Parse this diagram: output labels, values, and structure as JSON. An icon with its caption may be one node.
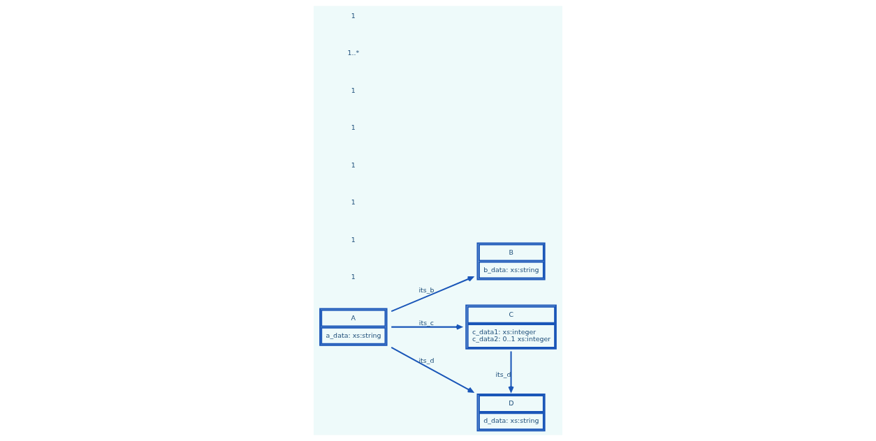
{
  "diagram": {
    "nodes": [
      {
        "text": [
          "A",
          "a_data: xs:string"
        ]
      },
      {
        "text": [
          "B",
          "b_data: xs:string"
        ]
      },
      {
        "text": [
          "C",
          "c_data1: xs:integer",
          "c_data2: 0..1 xs:integer"
        ]
      },
      {
        "text": [
          "D",
          "d_data: xs:string"
        ]
      }
    ],
    "edges": [
      {
        "from": 0,
        "to": 1,
        "arrow": "to",
        "label": "its_b"
      },
      {
        "from": 0,
        "to": 2,
        "arrow": "to",
        "label": "its_c"
      },
      {
        "from": 0,
        "to": 3,
        "arrow": "to",
        "label": "its_d"
      },
      {
        "from": 2,
        "to": 3,
        "arrow": "to",
        "label": "its_d"
      }
    ],
    "labels": [
      "1",
      "1",
      "1",
      "1",
      "1",
      "1",
      "1..*",
      "1"
    ]
  }
}
